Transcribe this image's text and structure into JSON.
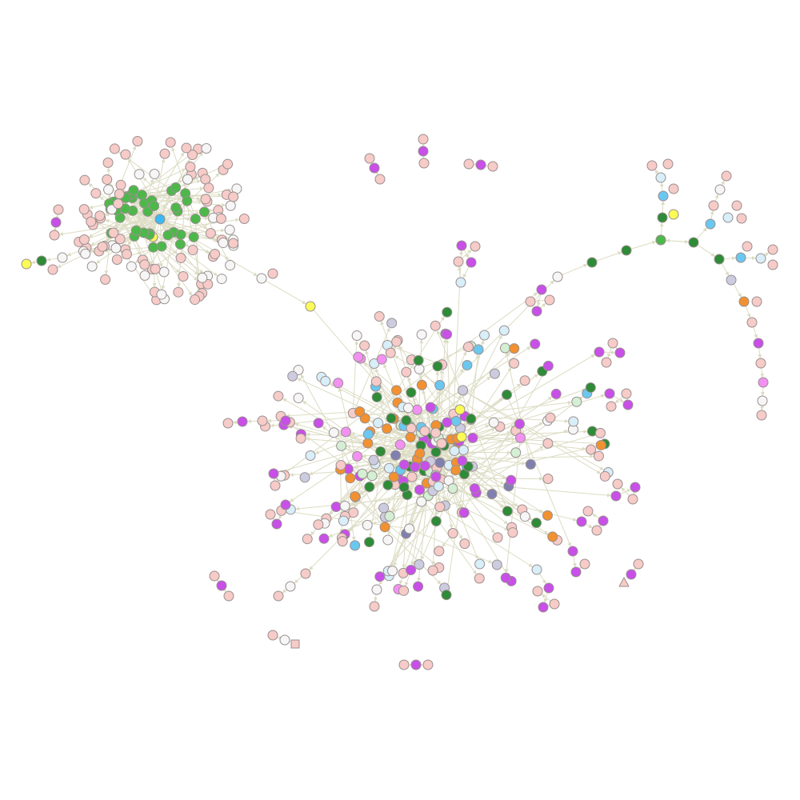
{
  "colors": {
    "background": "#ffffff",
    "edge": "#dcdcc4",
    "node_stroke": "#9a8f8f",
    "pink": "#f6cbc8",
    "white": "#f6f6f6",
    "purple": "#c84fe8",
    "green": "#4db84a",
    "dark_green": "#2e8b37",
    "yellow": "#fbfb58",
    "blue": "#3cb8f2",
    "light_blue": "#6ac8f0",
    "pale_blue": "#d8eef8",
    "orange": "#f29130",
    "slate": "#8080b0",
    "lavender": "#cccce0",
    "pale_green": "#d4efd4",
    "light_purple": "#f291f2"
  },
  "graph": {
    "type": "network",
    "layout": "force-directed",
    "directed": true,
    "labels_shown": false,
    "node_shapes": [
      "circle",
      "square",
      "triangle"
    ]
  }
}
